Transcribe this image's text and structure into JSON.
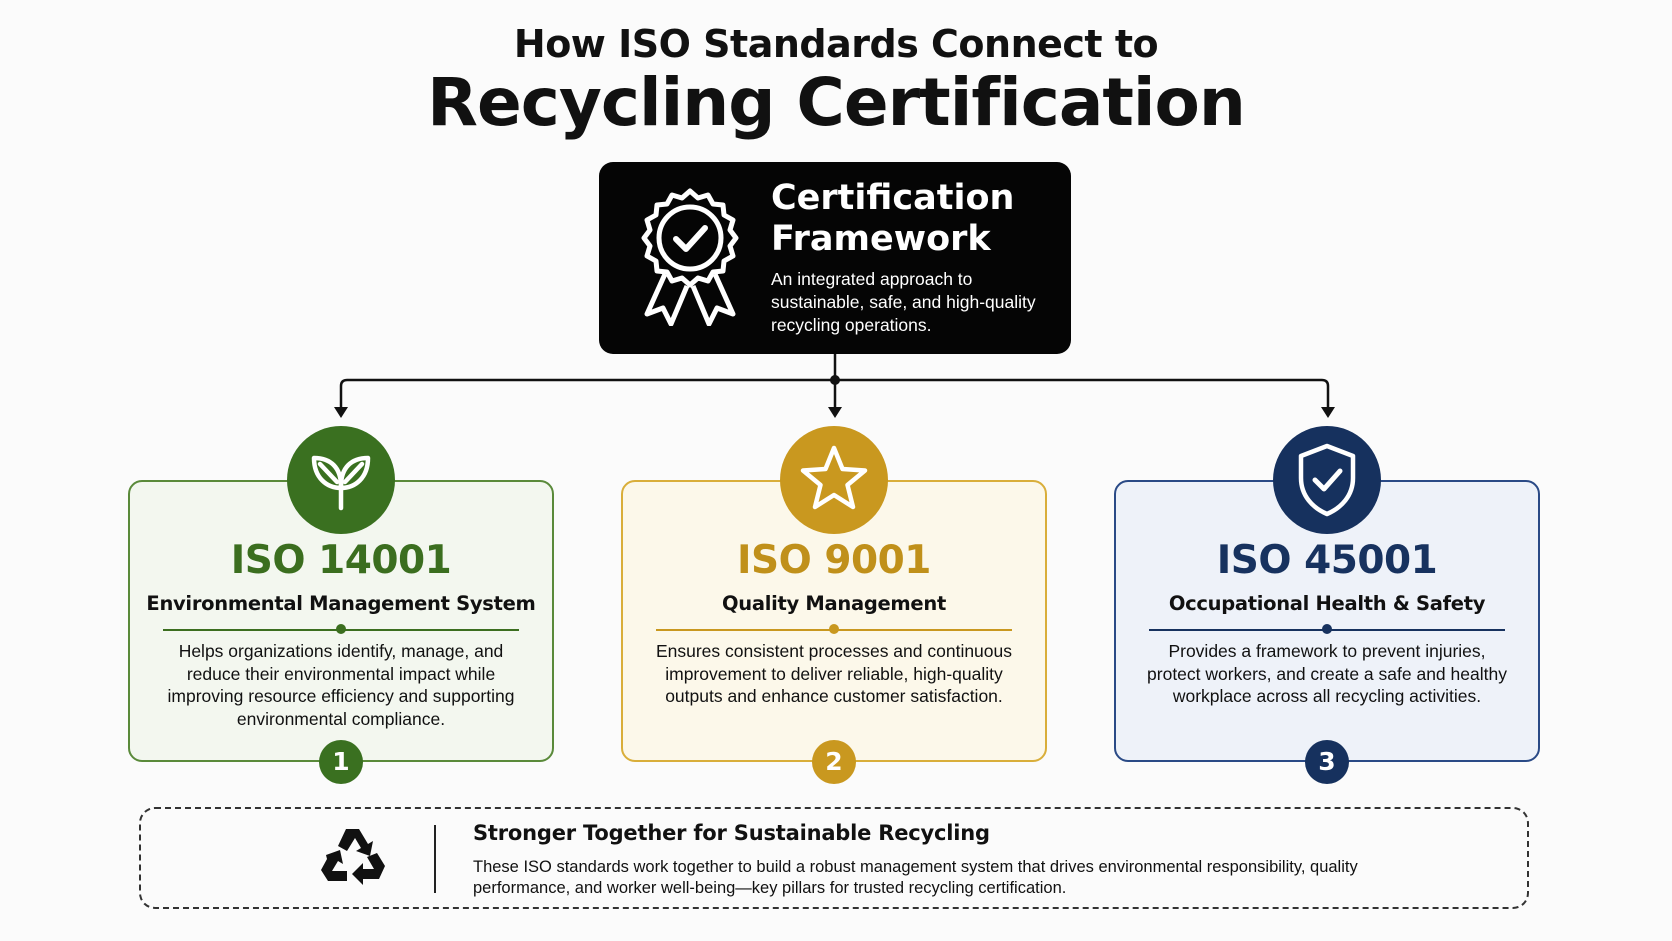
{
  "header": {
    "title_line1": "How ISO Standards Connect to",
    "title_line2": "Recycling Certification"
  },
  "framework": {
    "title": "Certification Framework",
    "description": "An integrated approach to sustainable, safe, and high-quality recycling operations.",
    "icon": "award-ribbon-checkmark-icon"
  },
  "cards": [
    {
      "code": "ISO 14001",
      "name": "Environmental Management System",
      "description": "Helps organizations identify, manage, and reduce their environmental impact while improving resource efficiency and supporting environmental compliance.",
      "number": "1",
      "icon": "leaf-sprout-icon",
      "color": "#3a7020"
    },
    {
      "code": "ISO 9001",
      "name": "Quality Management",
      "description": "Ensures consistent processes and continuous improvement to deliver reliable, high-quality outputs and enhance customer satisfaction.",
      "number": "2",
      "icon": "star-icon",
      "color": "#c9981f"
    },
    {
      "code": "ISO 45001",
      "name": "Occupational Health & Safety",
      "description": "Provides a framework to prevent injuries, protect workers, and create a safe and healthy workplace across all recycling activities.",
      "number": "3",
      "icon": "shield-check-icon",
      "color": "#16315e"
    }
  ],
  "footer": {
    "title": "Stronger Together for Sustainable Recycling",
    "description": "These ISO standards work together to build a robust management system that drives environmental responsibility, quality performance, and worker well-being—key pillars for trusted recycling certification.",
    "icon": "recycle-icon"
  }
}
